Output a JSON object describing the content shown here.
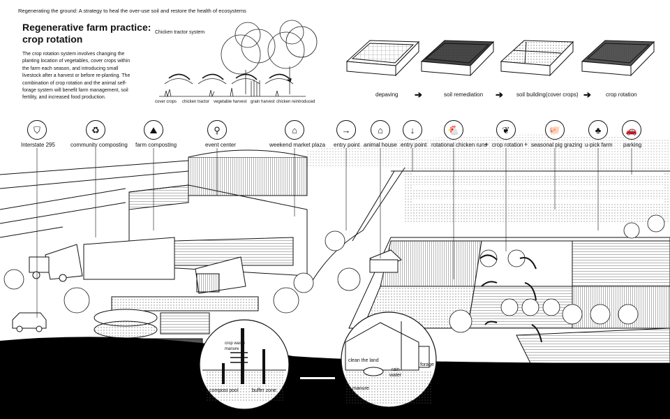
{
  "header": {
    "caption": "Regenerating the ground: A strategy to heal the over-use soil and restore the health of ecosystems"
  },
  "intro": {
    "title_line1": "Regenerative farm practice:",
    "title_line2": "crop rotation",
    "description": "The crop rotation system involves changing the planting location of vegetables, cover crops within the farm each season, and introducing small livestock after a harvest or before re-planting. The combination of crop rotation and the animal self-forage system will benefit farm management, soil fertility, and increased food production."
  },
  "tractor_system": {
    "title": "Chicken tractor system",
    "steps": [
      "cover crops",
      "chicken tractor",
      "vegetable harvest",
      "grain harvest",
      "chicken reintroduced"
    ]
  },
  "soil_process": {
    "steps": [
      "depaving",
      "soil remediation",
      "soil building(cover crops)",
      "crop rotation"
    ],
    "arrow": "➔"
  },
  "program_bar": {
    "items": [
      {
        "label": "Interstate 295",
        "icon": "highway-icon",
        "glyph": "⛉"
      },
      {
        "label": "community composting",
        "icon": "compost-bin-icon",
        "glyph": "♻"
      },
      {
        "label": "farm composting",
        "icon": "compost-pile-icon",
        "glyph": "⛰"
      },
      {
        "label": "event center",
        "icon": "balloon-icon",
        "glyph": "⚲"
      },
      {
        "label": "weekend market plaza",
        "icon": "market-stall-icon",
        "glyph": "⌂"
      },
      {
        "label": "entry point",
        "icon": "arrow-right-icon",
        "glyph": "→"
      },
      {
        "label": "animal house",
        "icon": "barn-icon",
        "glyph": "⌂"
      },
      {
        "label": "entry point",
        "icon": "arrow-down-icon",
        "glyph": "↓"
      },
      {
        "label": "rotational chicken runs",
        "icon": "chicken-icon",
        "glyph": "🐔"
      },
      {
        "label": "crop rotation",
        "icon": "leaf-icon",
        "glyph": "❦"
      },
      {
        "label": "seasonal pig grazing",
        "icon": "pig-icon",
        "glyph": "🐖"
      },
      {
        "label": "u-pick farm",
        "icon": "sprout-icon",
        "glyph": "♣"
      },
      {
        "label": "parking",
        "icon": "car-icon",
        "glyph": "🚗"
      }
    ],
    "plus": "+"
  },
  "compost_inset": {
    "labels": [
      "crop waste",
      "manure",
      "compost pool",
      "buffer zone"
    ]
  },
  "barn_inset": {
    "labels": [
      "clean the land",
      "rain",
      "water",
      "forage",
      "manure"
    ]
  },
  "colors": {
    "ink": "#111111",
    "ground": "#000000",
    "paper": "#ffffff",
    "field_gray": "#bdbdbd"
  }
}
